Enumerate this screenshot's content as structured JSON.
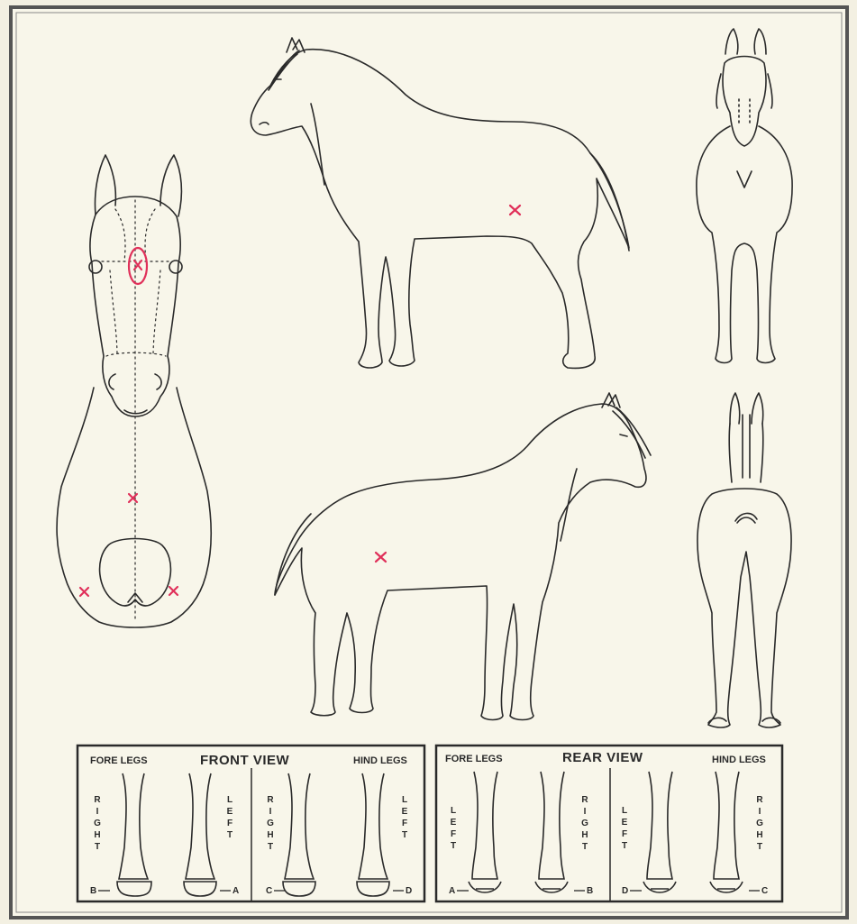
{
  "colors": {
    "paper": "#f3f0e2",
    "ink": "#2a2a2a",
    "marker": "#e0305a"
  },
  "marks": {
    "x": "x",
    "star": "×"
  },
  "front_view": {
    "title": "FRONT VIEW",
    "fore_legs": "FORE LEGS",
    "hind_legs": "HIND LEGS",
    "legs": [
      {
        "side": "RIGHT",
        "code": "B"
      },
      {
        "side": "LEFT",
        "code": "A"
      },
      {
        "side": "RIGHT",
        "code": "C"
      },
      {
        "side": "LEFT",
        "code": "D"
      }
    ]
  },
  "rear_view": {
    "title": "REAR VIEW",
    "fore_legs": "FORE LEGS",
    "hind_legs": "HIND LEGS",
    "legs": [
      {
        "side": "LEFT",
        "code": "A"
      },
      {
        "side": "RIGHT",
        "code": "B"
      },
      {
        "side": "LEFT",
        "code": "D"
      },
      {
        "side": "RIGHT",
        "code": "C"
      }
    ]
  }
}
